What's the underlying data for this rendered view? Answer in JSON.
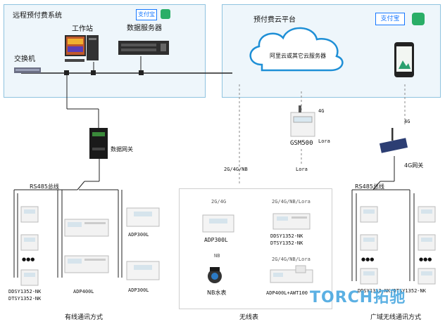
{
  "local_system": {
    "title": "远程预付费系统",
    "switch_label": "交换机",
    "workstation_label": "工作站",
    "data_server_label": "数据服务器"
  },
  "cloud_platform": {
    "title": "预付费云平台",
    "cloud_text": "阿里云或其它云服务器"
  },
  "gateway": {
    "label": "数据网关",
    "bus_label_left": "RS485总线",
    "bus_label_right": "RS485总线",
    "gw4g_label": "4G网关",
    "gw4g_top": "4G"
  },
  "gsm": {
    "name": "GSM500",
    "label_4g": "4G",
    "label_lora": "Lora",
    "label_lora_bottom": "Lora",
    "link_label": "2G/4G/NB"
  },
  "wired": {
    "meter_left_1": "DDSY1352-NK",
    "meter_left_2": "DTSY1352-NK",
    "adp400l": "ADP400L",
    "adp300l_top": "ADP300L",
    "adp300l_bottom": "ADP300L",
    "dots": "●●●",
    "caption": "有线通讯方式"
  },
  "wireless": {
    "tag_2g4g": "2G/4G",
    "tag_multi1": "2G/4G/NB/Lora",
    "tag_nb": "NB",
    "tag_multi2": "2G/4G/NB/Lora",
    "adp300l": "ADP300L",
    "ddsy": "DDSY1352-NK",
    "dtsy": "DTSY1352-NK",
    "nb_water": "NB水表",
    "adp400l_awt": "ADP400L+AWT100",
    "caption": "无线表"
  },
  "wan": {
    "meter_text": "DDSY1352-NK/DTSY1352-NK",
    "dots": "●●●",
    "caption": "广域无线通讯方式"
  },
  "watermark": "TORCH拓驰",
  "colors": {
    "panel_border": "#8fc3e0",
    "panel_fill": "#eef6fb",
    "alipay": "#1677ff",
    "wechat": "#2aae67",
    "cloud": "#1e8fd6"
  }
}
